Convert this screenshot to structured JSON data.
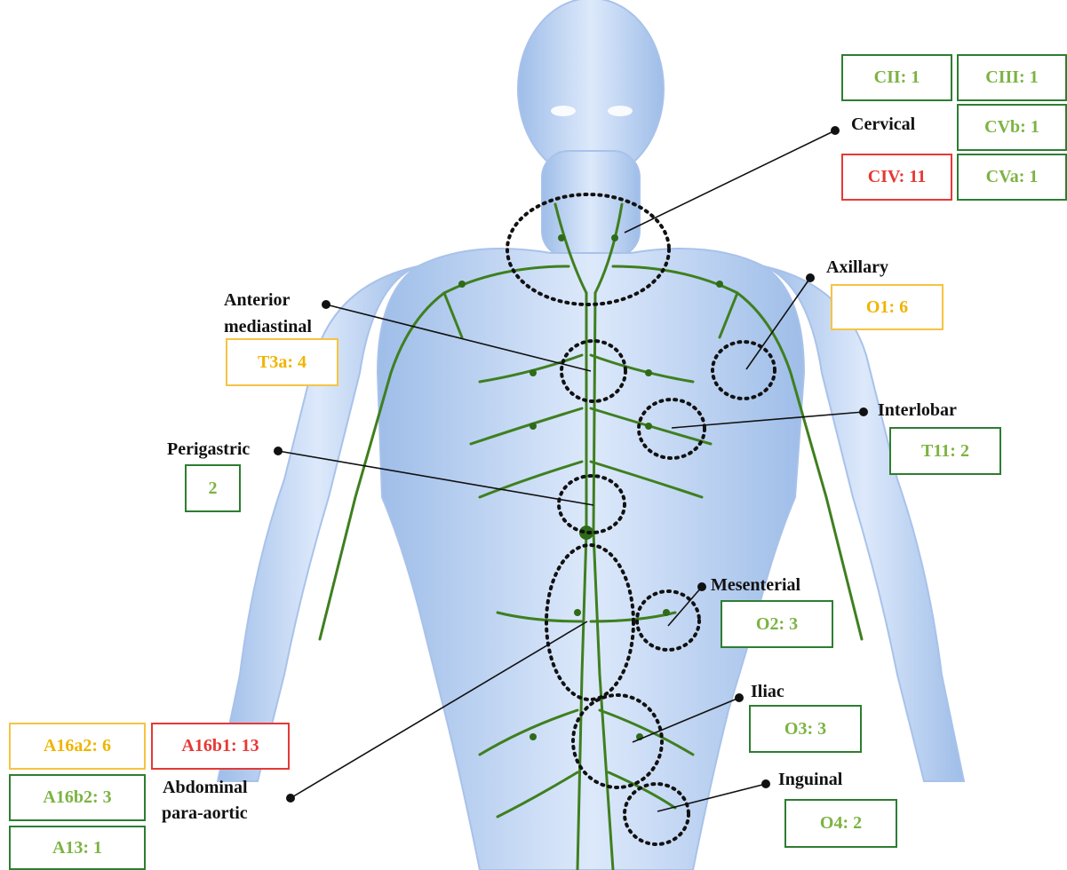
{
  "colors": {
    "green_border": "#2e7d32",
    "green_text": "#7cb342",
    "yellow": "#f0b400",
    "red": "#e53935",
    "lymph_vessel": "#3f7f1f",
    "body_fill": "#bcd4f3"
  },
  "labels": {
    "cervical": "Cervical",
    "axillary": "Axillary",
    "anterior_mediastinal_1": "Anterior",
    "anterior_mediastinal_2": "mediastinal",
    "interlobar": "Interlobar",
    "perigastric": "Perigastric",
    "mesenterial": "Mesenterial",
    "iliac": "Iliac",
    "inguinal": "Inguinal",
    "abdominal_para_aortic_1": "Abdominal",
    "abdominal_para_aortic_2": "para-aortic"
  },
  "boxes": {
    "cii": "CII: 1",
    "ciii": "CIII: 1",
    "cvb": "CVb: 1",
    "civ": "CIV: 11",
    "cva": "CVa: 1",
    "o1": "O1: 6",
    "t3a": "T3a: 4",
    "t11": "T11: 2",
    "perigastric": "2",
    "o2": "O2: 3",
    "o3": "O3: 3",
    "o4": "O4: 2",
    "a16a2": "A16a2: 6",
    "a16b1": "A16b1: 13",
    "a16b2": "A16b2: 3",
    "a13": "A13: 1"
  }
}
